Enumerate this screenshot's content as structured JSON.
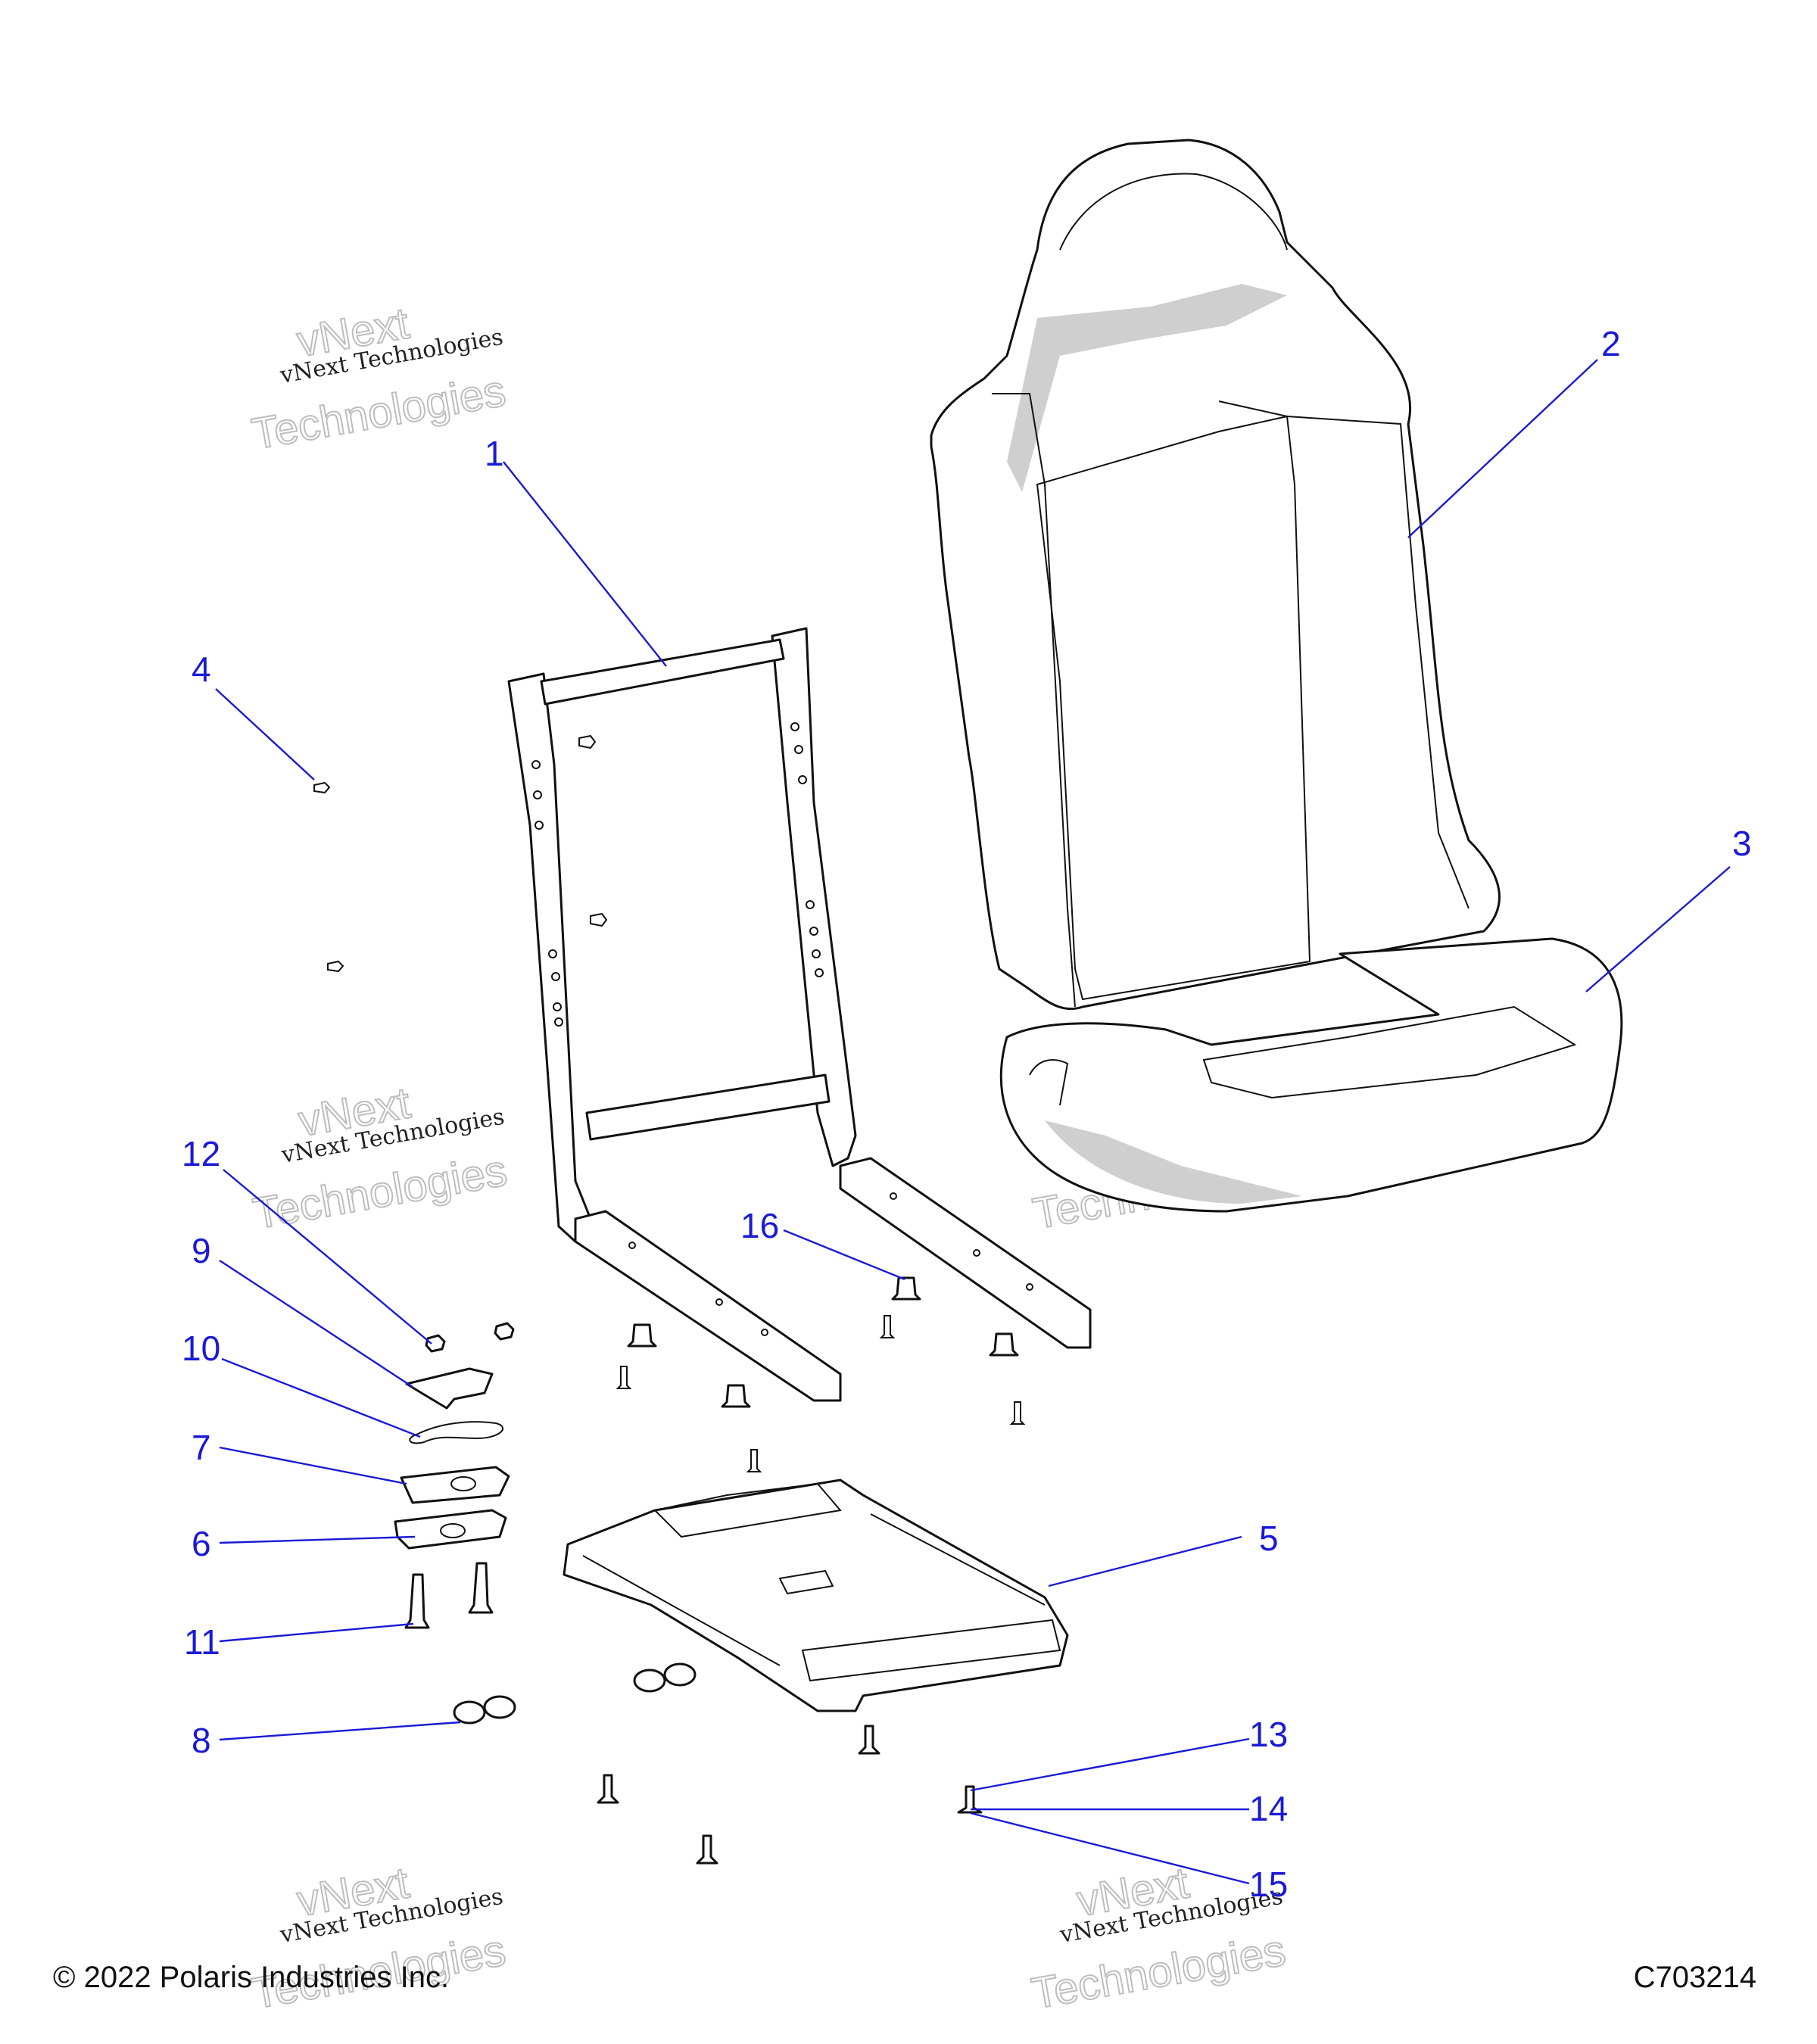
{
  "callouts": [
    {
      "id": "1",
      "label": "1"
    },
    {
      "id": "2",
      "label": "2"
    },
    {
      "id": "3",
      "label": "3"
    },
    {
      "id": "4",
      "label": "4"
    },
    {
      "id": "5",
      "label": "5"
    },
    {
      "id": "6",
      "label": "6"
    },
    {
      "id": "7",
      "label": "7"
    },
    {
      "id": "8",
      "label": "8"
    },
    {
      "id": "9",
      "label": "9"
    },
    {
      "id": "10",
      "label": "10"
    },
    {
      "id": "11",
      "label": "11"
    },
    {
      "id": "12",
      "label": "12"
    },
    {
      "id": "13",
      "label": "13"
    },
    {
      "id": "14",
      "label": "14"
    },
    {
      "id": "15",
      "label": "15"
    },
    {
      "id": "16",
      "label": "16"
    }
  ],
  "watermark": {
    "line_small": "vNext Technologies",
    "line_big_1": "vNext",
    "line_big_2": "Technologies"
  },
  "footer": {
    "copyright": "© 2022 Polaris Industries Inc.",
    "figure_code": "C703214"
  },
  "colors": {
    "callout": "#1a1ad6",
    "line_art": "#111111",
    "shading": "#cfcfcf"
  }
}
